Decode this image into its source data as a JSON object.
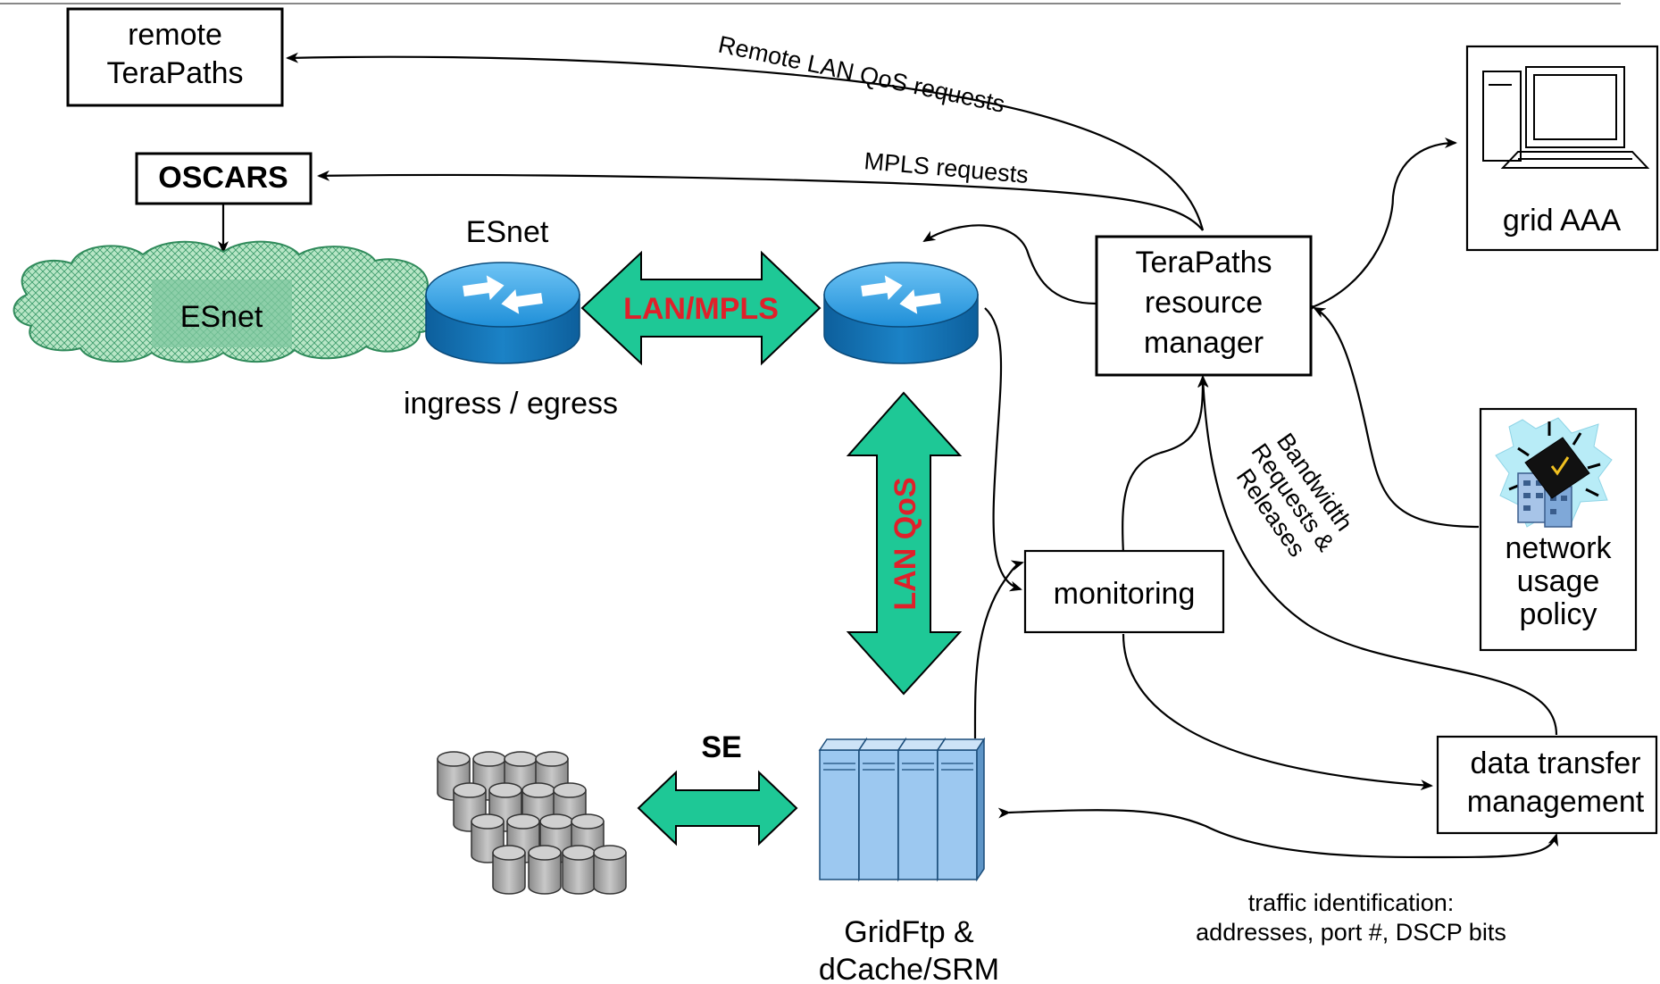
{
  "nodes": {
    "remote_terapaths": {
      "line1": "remote",
      "line2": "TeraPaths"
    },
    "oscars": "OSCARS",
    "esnet_cloud": "ESnet",
    "esnet_router": "ESnet",
    "ingress_egress": "ingress / egress",
    "resource_manager": {
      "line1": "TeraPaths",
      "line2": "resource",
      "line3": "manager"
    },
    "grid_aaa": "grid AAA",
    "network_policy": {
      "line1": "network",
      "line2": "usage",
      "line3": "policy"
    },
    "monitoring": "monitoring",
    "data_transfer": {
      "line1": "data transfer",
      "line2": "management"
    },
    "gridftp": {
      "line1": "GridFtp &",
      "line2": "dCache/SRM"
    }
  },
  "arrows": {
    "lan_mpls": "LAN/MPLS",
    "lan_qos": "LAN QoS",
    "se": "SE"
  },
  "edge_labels": {
    "remote_lan_qos": "Remote LAN QoS requests",
    "mpls_requests": "MPLS requests",
    "bandwidth": {
      "line1": "Bandwidth",
      "line2": "Requests &",
      "line3": "Releases"
    },
    "traffic": {
      "line1": "traffic identification:",
      "line2": "addresses, port #, DSCP bits"
    }
  },
  "colors": {
    "arrow_fill": "#1ec896",
    "cloud_fill": "#b7e4c7",
    "router_blue": "#1e8fd6",
    "server_blue": "#9cc8f0",
    "disk_gray": "#aaaaaa",
    "label_red": "#e0202a"
  }
}
